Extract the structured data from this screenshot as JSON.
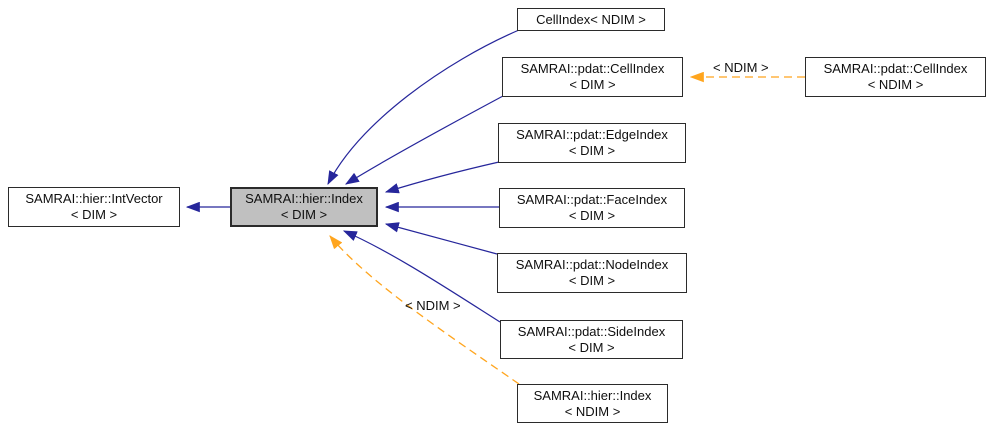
{
  "diagram": {
    "type": "class-inheritance-graph",
    "colors": {
      "background": "#ffffff",
      "edge_inherit": "#26269b",
      "edge_template": "#ffa51e",
      "node_fill": "#ffffff",
      "focus_node_fill": "#c0c0c0",
      "node_border": "#2b2b2b",
      "text": "#0f0f0f"
    },
    "nodes": [
      {
        "id": "cellindex-ndim",
        "line1": "CellIndex< NDIM >",
        "line2": ""
      },
      {
        "id": "pdat-cellindex-dim",
        "line1": "SAMRAI::pdat::CellIndex",
        "line2": "< DIM >"
      },
      {
        "id": "pdat-cellindex-ndim",
        "line1": "SAMRAI::pdat::CellIndex",
        "line2": "< NDIM >"
      },
      {
        "id": "pdat-edgeindex-dim",
        "line1": "SAMRAI::pdat::EdgeIndex",
        "line2": "< DIM >"
      },
      {
        "id": "pdat-faceindex-dim",
        "line1": "SAMRAI::pdat::FaceIndex",
        "line2": "< DIM >"
      },
      {
        "id": "pdat-nodeindex-dim",
        "line1": "SAMRAI::pdat::NodeIndex",
        "line2": "< DIM >"
      },
      {
        "id": "pdat-sideindex-dim",
        "line1": "SAMRAI::pdat::SideIndex",
        "line2": "< DIM >"
      },
      {
        "id": "hier-index-ndim",
        "line1": "SAMRAI::hier::Index",
        "line2": "< NDIM >"
      },
      {
        "id": "hier-intvector-dim",
        "line1": "SAMRAI::hier::IntVector",
        "line2": "< DIM >"
      },
      {
        "id": "hier-index-dim",
        "line1": "SAMRAI::hier::Index",
        "line2": "< DIM >"
      }
    ],
    "edge_labels": {
      "cellindex_template": "< NDIM >",
      "index_template": "< NDIM >"
    }
  }
}
